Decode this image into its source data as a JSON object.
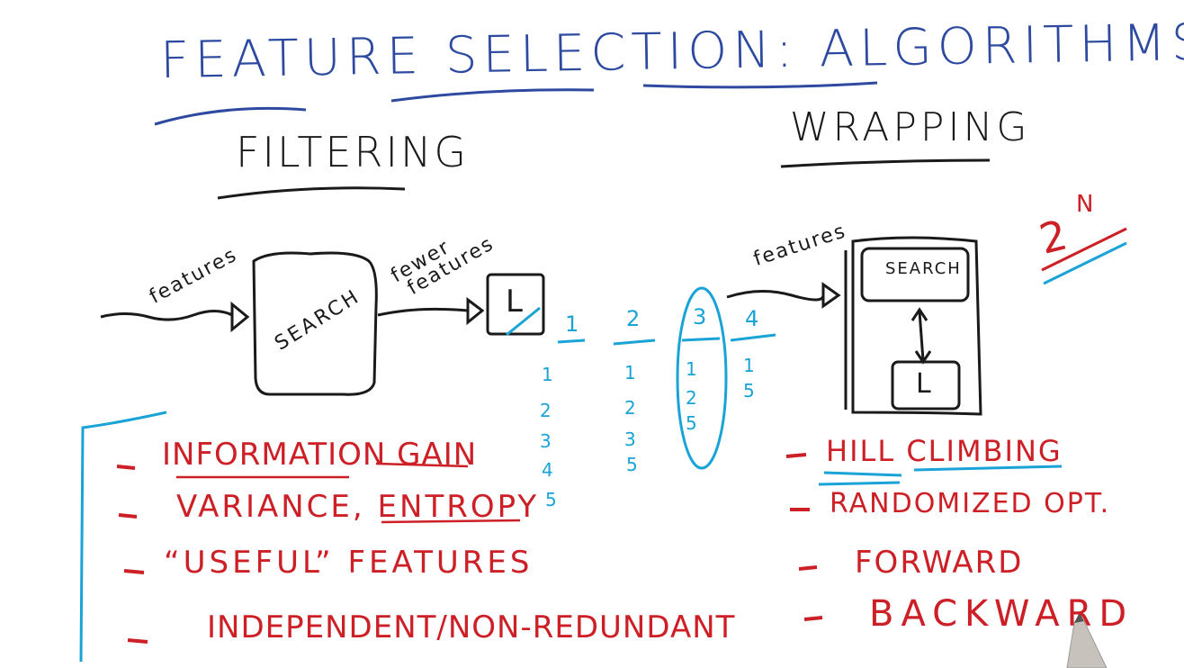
{
  "title": "FEATURE SELECTION: ALGORITHMS",
  "filtering": {
    "heading": "FILTERING",
    "input_label": "features",
    "box_label": "SEARCH",
    "output_label_line1": "fewer",
    "output_label_line2": "features",
    "learner_label": "L",
    "list": [
      "INFORMATION GAIN",
      "VARIANCE, ENTROPY",
      "“USEFUL” FEATURES",
      "INDEPENDENT/NON-REDUNDANT"
    ]
  },
  "wrapping": {
    "heading": "WRAPPING",
    "input_label": "features",
    "search_label": "SEARCH",
    "learner_label": "L",
    "complexity": "2",
    "complexity_exp": "N",
    "list": [
      "HILL CLIMBING",
      "RANDOMIZED OPT.",
      "FORWARD",
      "BACKWARD"
    ]
  },
  "search_table": {
    "columns": [
      {
        "header": "1",
        "items": [
          "1",
          "2",
          "3",
          "4",
          "5"
        ]
      },
      {
        "header": "2",
        "items": [
          "1",
          "2",
          "3",
          "5"
        ]
      },
      {
        "header": "3",
        "items": [
          "1",
          "2",
          "5"
        ]
      },
      {
        "header": "4",
        "items": [
          "1",
          "5"
        ]
      }
    ]
  },
  "colors": {
    "title": "#2d4aa0",
    "diagram": "#1a1a1a",
    "lists": "#cc1f26",
    "annotations": "#1aa3d6"
  }
}
